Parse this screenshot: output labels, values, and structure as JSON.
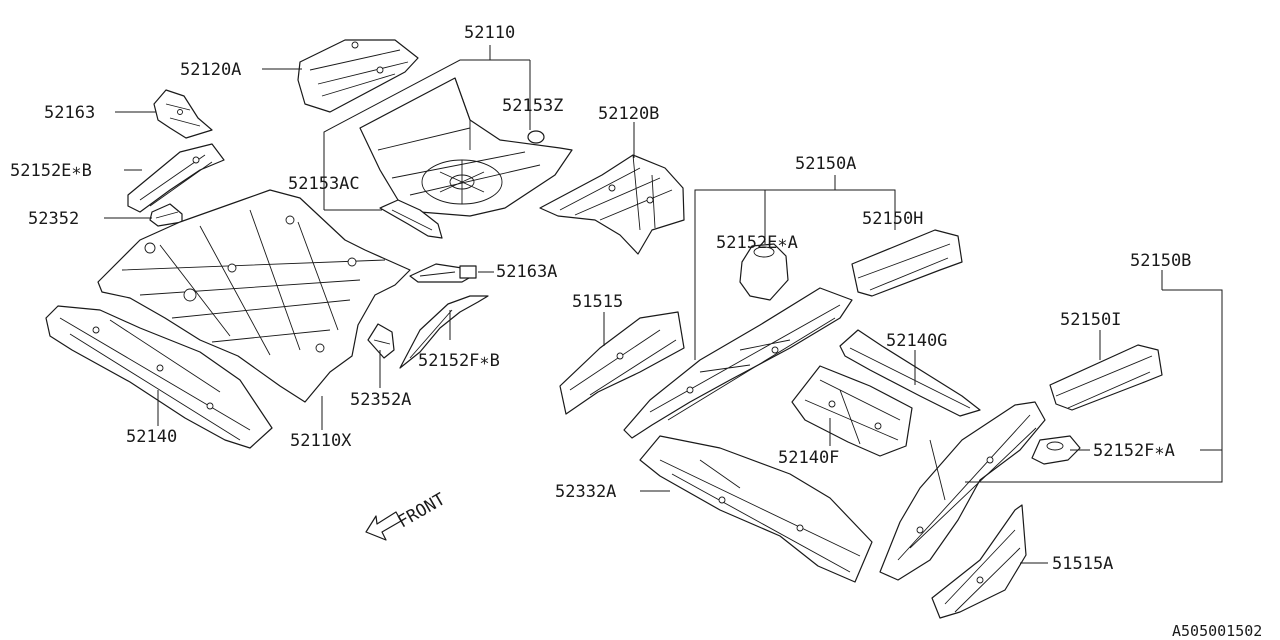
{
  "labels": {
    "p52110": "52110",
    "p52120A": "52120A",
    "p52163": "52163",
    "p52152EB": "52152E∗B",
    "p52352": "52352",
    "p52153Z": "52153Z",
    "p52120B": "52120B",
    "p52153AC": "52153AC",
    "p52150A": "52150A",
    "p52150H": "52150H",
    "p52152EA": "52152E∗A",
    "p52163A": "52163A",
    "p51515": "51515",
    "p52152FB": "52152F∗B",
    "p52352A": "52352A",
    "p52140": "52140",
    "p52110X": "52110X",
    "p52150B": "52150B",
    "p52150I": "52150I",
    "p52140G": "52140G",
    "p52152FA": "52152F∗A",
    "p52140F": "52140F",
    "p52332A": "52332A",
    "p51515A": "51515A",
    "front": "FRONT"
  },
  "diagram_code": "A505001502"
}
